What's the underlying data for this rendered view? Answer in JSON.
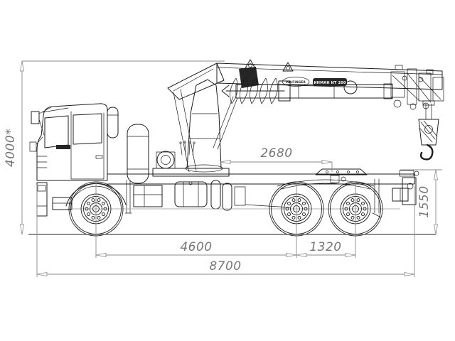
{
  "drawing": {
    "subject": "truck-mounted loader crane side view",
    "background": "#ffffff",
    "line_color": "#1c1c1c",
    "dimension_color": "#8a8a8a",
    "boom_labels": {
      "brand": "PALFINGER",
      "model": "ИНМАН ИТ 200"
    },
    "dimensions": {
      "overall_height": "4000*",
      "crane_axis_to_fifth_wheel": "2680",
      "fifth_wheel_height": "1550",
      "wheelbase": "4600",
      "bogie_axle_spacing": "1320",
      "overall_length": "8700"
    }
  }
}
